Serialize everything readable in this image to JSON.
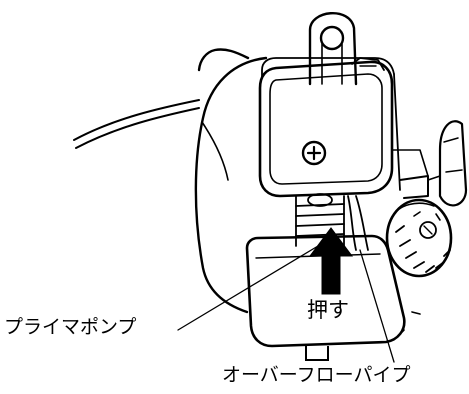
{
  "labels": {
    "primer_pump": "プライマポンプ",
    "push": "押す",
    "overflow_pipe": "オーバーフローパイプ"
  },
  "colors": {
    "line": "#000000",
    "background": "#ffffff"
  }
}
